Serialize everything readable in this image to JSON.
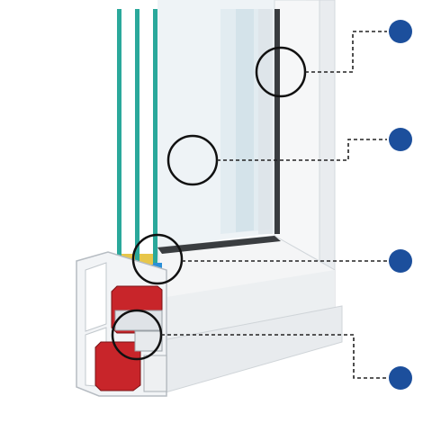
{
  "colors": {
    "background": "#ffffff",
    "glass_pane": "#2aa89b",
    "profile_white": "#f2f4f6",
    "profile_shadow": "#cfd5db",
    "reinforcement_red": "#c8252a",
    "gasket_dark": "#3a3d40",
    "spacer_blue": "#2a8fd8",
    "marker_blue": "#1c4f9c",
    "leader_line": "#222222"
  },
  "figure": {
    "subject": "pvc-window-frame-cross-section-icon",
    "glass_panes": 3,
    "callouts": [
      {
        "id": "window-frame-callout",
        "icon": "circle-marker-icon"
      },
      {
        "id": "glass-callout",
        "icon": "circle-marker-icon"
      },
      {
        "id": "spacer-callout",
        "icon": "circle-marker-icon"
      },
      {
        "id": "profile-chamber-callout",
        "icon": "circle-marker-icon"
      }
    ]
  }
}
